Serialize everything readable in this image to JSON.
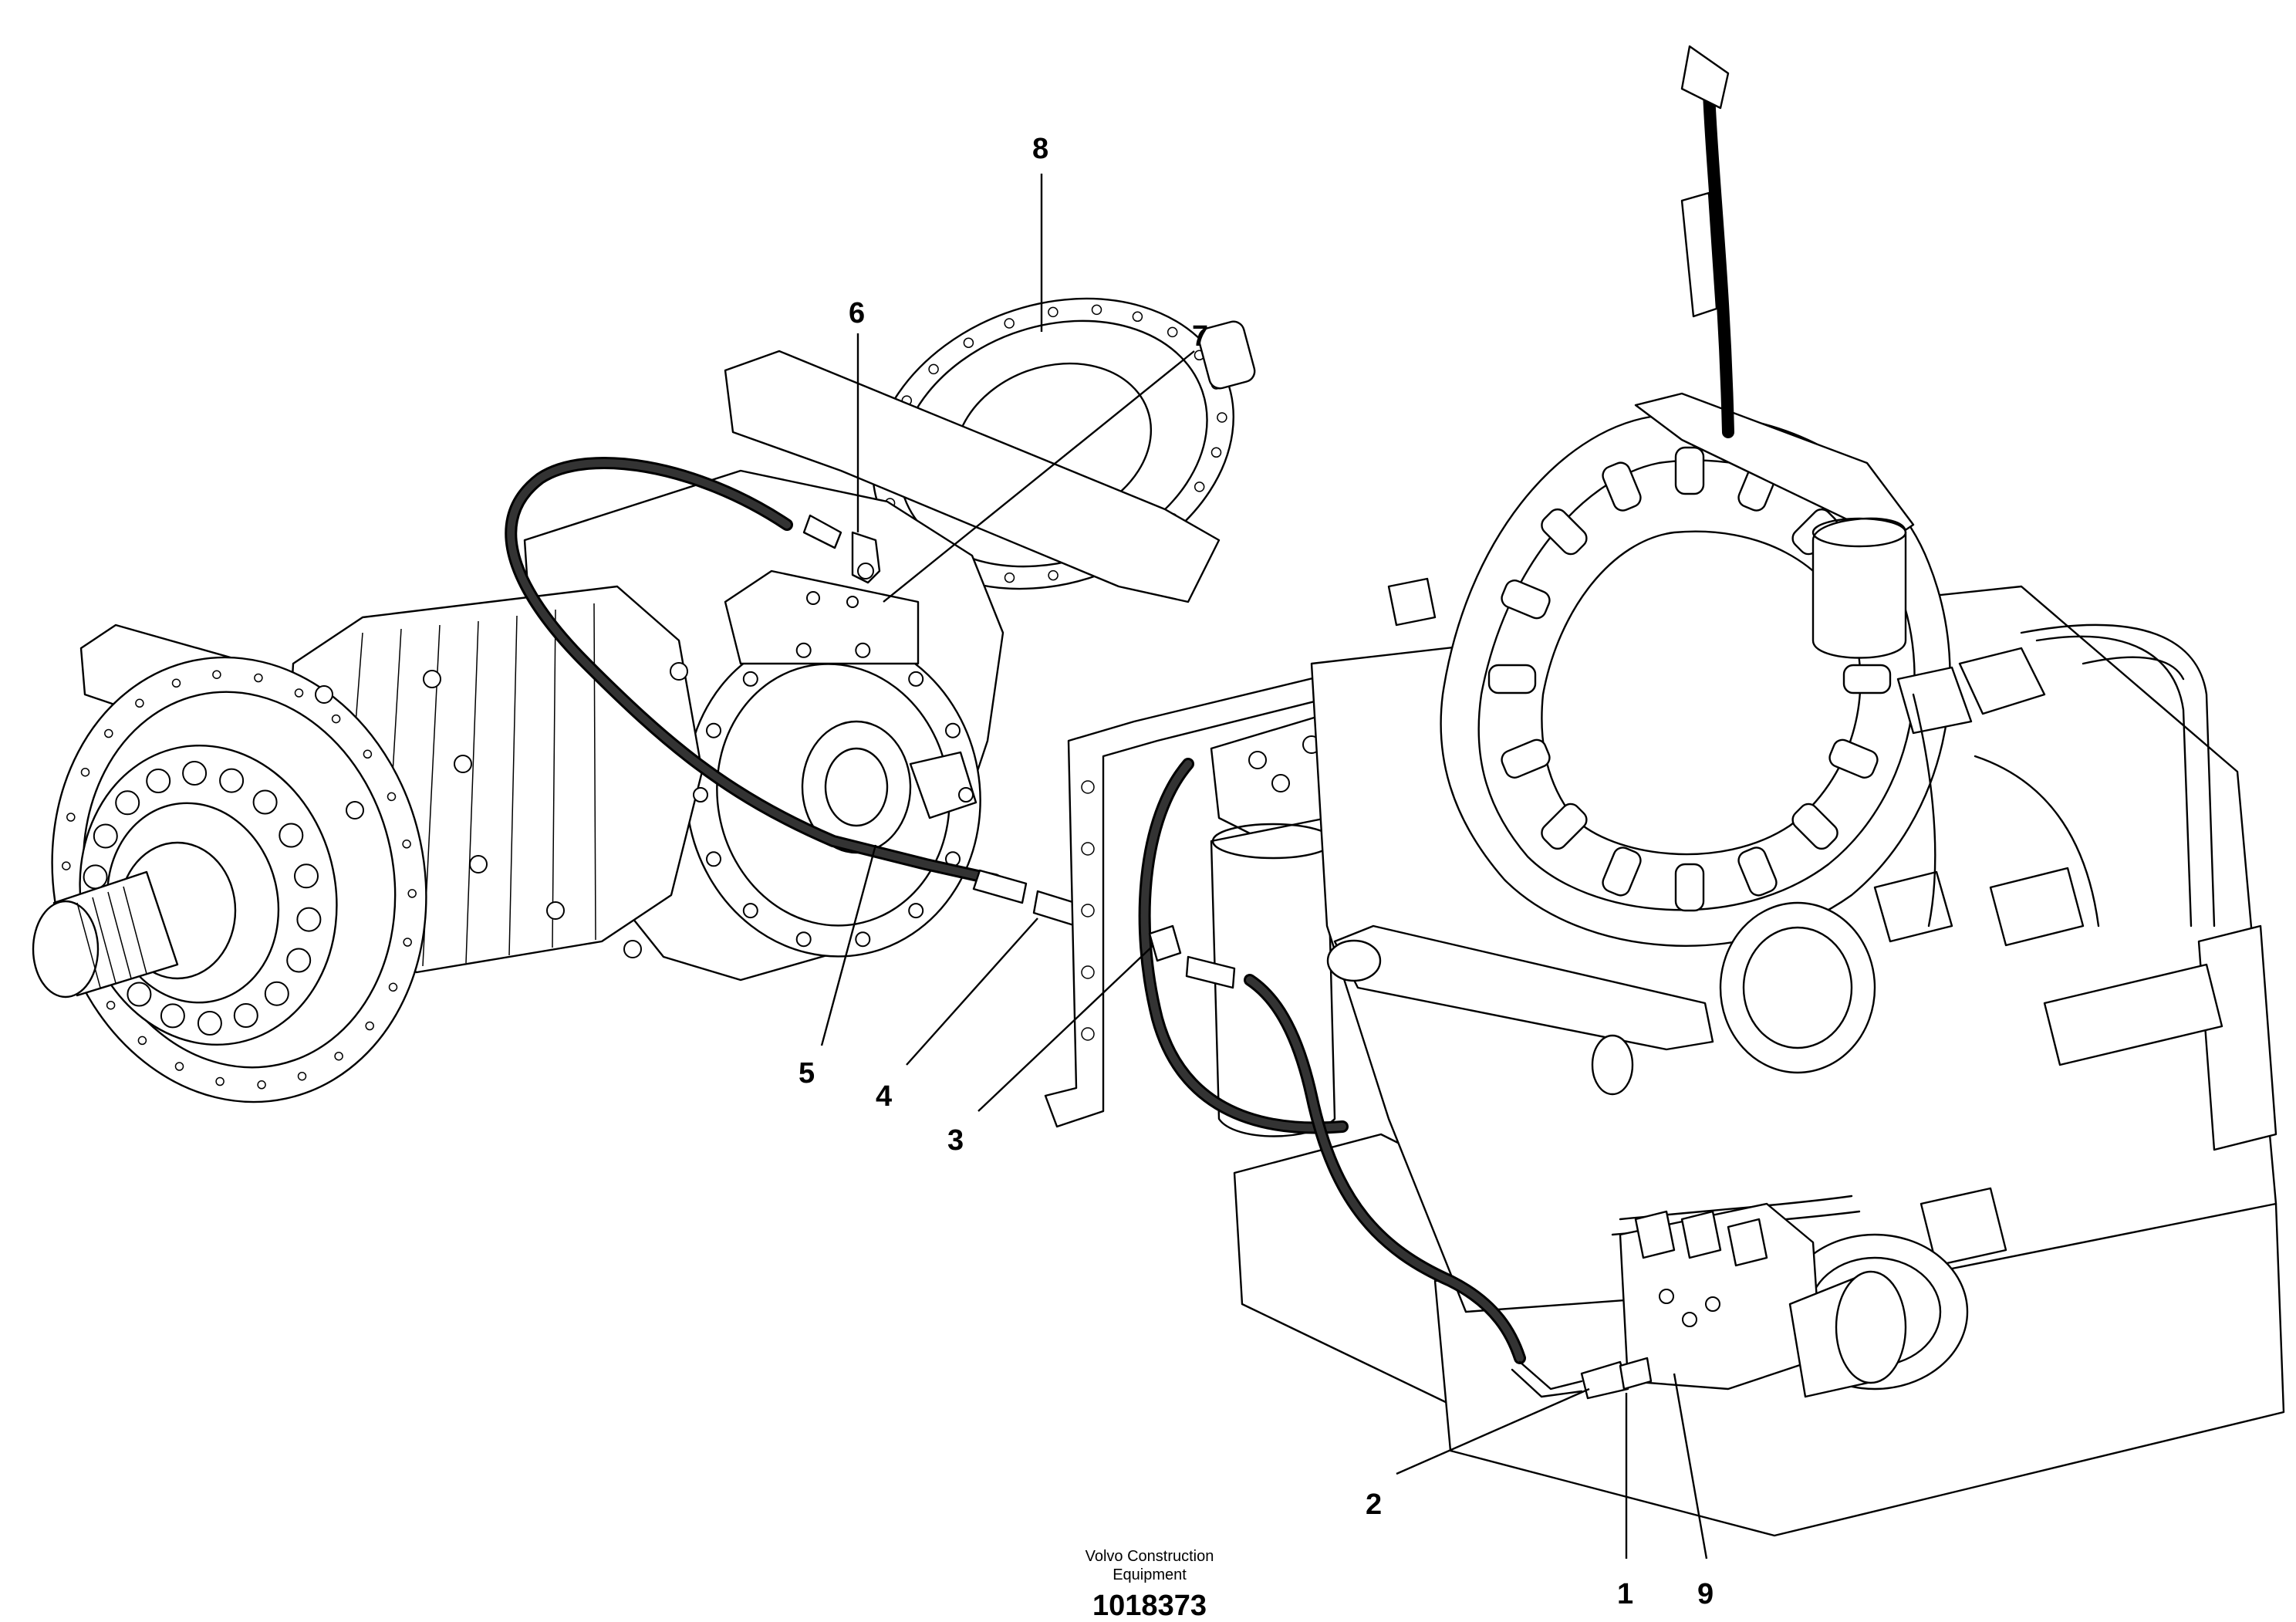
{
  "callouts": [
    {
      "number": "1"
    },
    {
      "number": "2"
    },
    {
      "number": "3"
    },
    {
      "number": "4"
    },
    {
      "number": "5"
    },
    {
      "number": "6"
    },
    {
      "number": "7"
    },
    {
      "number": "8"
    },
    {
      "number": "9"
    }
  ],
  "credit": {
    "line1": "Volvo Construction",
    "line2": "Equipment"
  },
  "document_number": "1018373"
}
